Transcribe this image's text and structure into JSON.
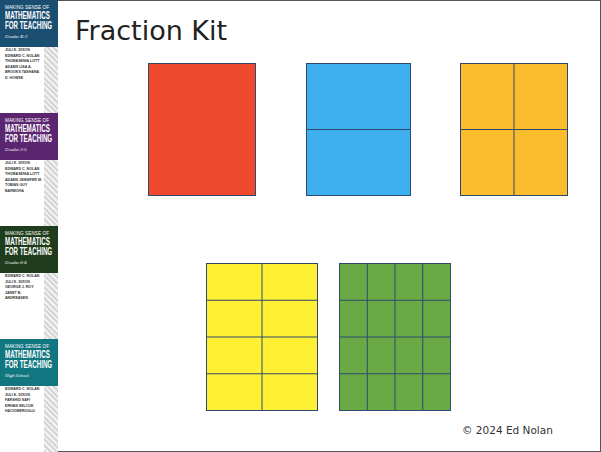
{
  "diagram": {
    "title": "Fraction Kit",
    "nodes": [
      {
        "text": [
          "MAKING SENSE OF",
          "MATHEMATICS FOR TEACHING",
          "Grades K-2",
          "JULI K. DIXON EDWARD C. NOLAN THOMASENIA LOTT ADAMS LISA A. BROOKS TASHANA D. HOWSE"
        ]
      },
      {
        "text": [
          "MAKING SENSE OF",
          "MATHEMATICS FOR TEACHING",
          "Grades 3-5",
          "JULI K. DIXON EDWARD C. NOLAN THOMASENIA LOTT ADAMS JENNIFER M. TOBIAS GUY BARMOHA"
        ]
      },
      {
        "text": [
          "MAKING SENSE OF",
          "MATHEMATICS FOR TEACHING",
          "Grades 6-8",
          "EDWARD C. NOLAN JULI K. DIXON GEORGE J. ROY JANET B. ANDREASEN"
        ]
      },
      {
        "text": [
          "MAKING SENSE OF",
          "MATHEMATICS FOR TEACHING",
          "High School",
          "EDWARD C. NOLAN JULI K. DIXON FARSHID SAFI ERHAN SELCUK HACIOMEROGLU"
        ]
      }
    ],
    "labels": [
      "© 2024 Ed Nolan"
    ]
  }
}
